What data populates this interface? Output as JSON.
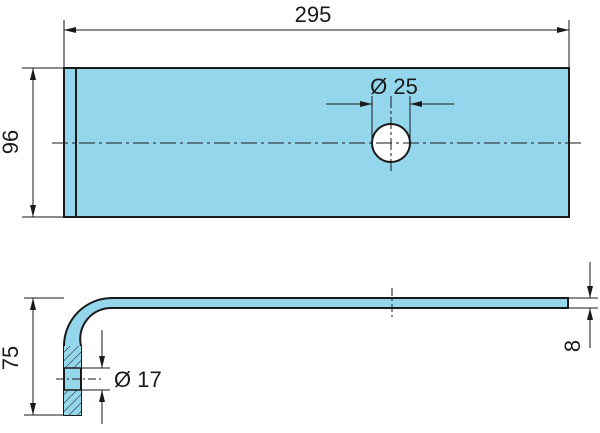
{
  "colors": {
    "part_fill": "#94d7ed",
    "outline": "#1a1a1a",
    "background": "#ffffff"
  },
  "top_view": {
    "length_dim": "295",
    "height_dim": "96",
    "hole_dim": "Ø 25"
  },
  "side_view": {
    "leg_height_dim": "75",
    "hole_dim": "Ø 17",
    "thickness_dim": "8"
  }
}
